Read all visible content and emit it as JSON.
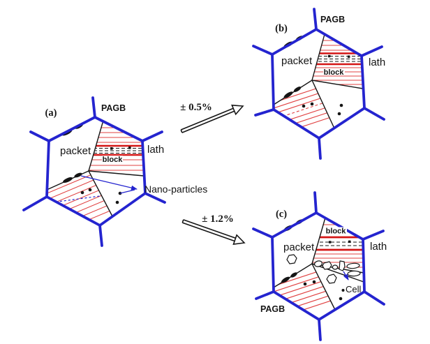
{
  "colors": {
    "boundary_blue": "#2424cf",
    "lath_red": "#e04040",
    "lath_red_thick": "#d41515",
    "line_black": "#151515"
  },
  "panels": {
    "a": {
      "tag": "(a)",
      "pagb_label": "PAGB",
      "packet_label": "packet",
      "lath_label": "lath",
      "block_label": "block",
      "nano_label": "Nano-particles"
    },
    "b": {
      "tag": "(b)",
      "pagb_label": "PAGB",
      "packet_label": "packet",
      "lath_label": "lath",
      "block_label": "block"
    },
    "c": {
      "tag": "(c)",
      "pagb_label": "PAGB",
      "packet_label": "packet",
      "lath_label": "lath",
      "block_label": "block",
      "cell_label": "Cell"
    }
  },
  "transitions": {
    "to_b_strain": "± 0.5%",
    "to_c_strain": "± 1.2%"
  }
}
